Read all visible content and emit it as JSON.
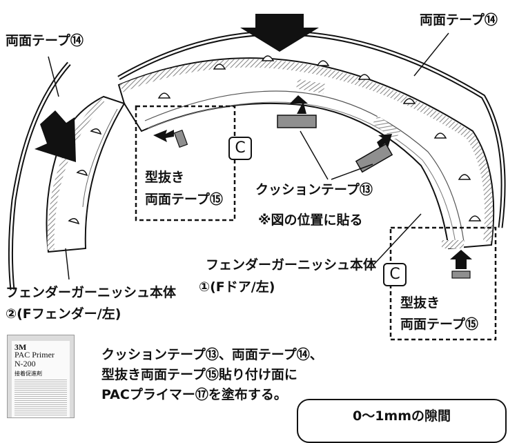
{
  "labels": {
    "tape14_left": "両面テープ⑭",
    "tape14_right": "両面テープ⑭",
    "cushion_line1": "クッションテープ⑬",
    "cushion_line2": "※図の位置に貼る",
    "diecut_left_line1": "型抜き",
    "diecut_left_line2": "両面テープ⑮",
    "diecut_right_line1": "型抜き",
    "diecut_right_line2": "両面テープ⑮",
    "garnish_main_line1": "フェンダーガーニッシュ本体",
    "garnish_main_line2": "①(Fドア/左)",
    "garnish_fender_line1": "フェンダーガーニッシュ本体",
    "garnish_fender_line2": "②(Fフェンダー/左)",
    "detail_c_left": "C",
    "detail_c_right": "C"
  },
  "product": {
    "brand": "3M",
    "name_line1": "PAC Primer",
    "name_line2": "N-200",
    "subtitle": "接着促進剤"
  },
  "instructions": {
    "line1": "クッションテープ⑬、両面テープ⑭、",
    "line2": "型抜き両面テープ⑮貼り付け面に",
    "line3": "PACプライマー⑰を塗布する。"
  },
  "gap_note": "0〜1mmの隙間",
  "colors": {
    "tape_gray": "#8f8f8f",
    "hatch": "#9a9a9a",
    "ink": "#111111"
  }
}
